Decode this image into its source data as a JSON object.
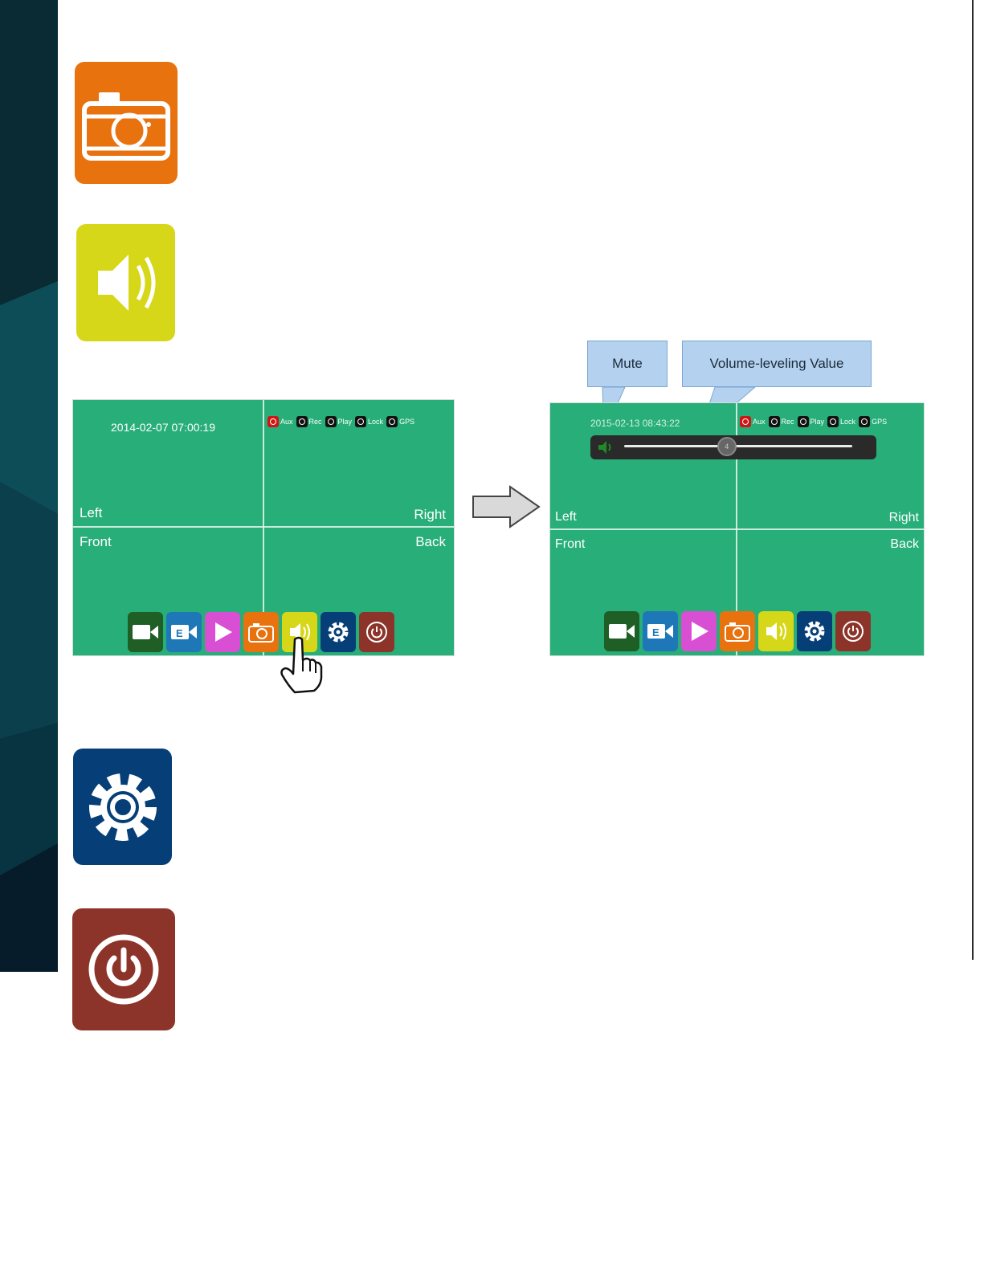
{
  "colors": {
    "camera": "#e8720e",
    "volume": "#d7d71a",
    "settings": "#063f78",
    "power": "#8c3429",
    "screen": "#27ae79",
    "record": "#1f5e25",
    "event": "#1e78b8",
    "play": "#d84fd4"
  },
  "icons": {
    "camera": "camera-icon",
    "volume": "speaker-icon",
    "settings": "gear-icon",
    "power": "power-icon"
  },
  "screen_before": {
    "timestamp": "2014-02-07 07:00:19",
    "quadrants": {
      "left": "Left",
      "right": "Right",
      "front": "Front",
      "back": "Back"
    },
    "status": [
      "Aux",
      "Rec",
      "Play",
      "Lock",
      "GPS"
    ]
  },
  "screen_after": {
    "timestamp": "2015-02-13 08:43:22",
    "quadrants": {
      "left": "Left",
      "right": "Right",
      "front": "Front",
      "back": "Back"
    },
    "status": [
      "Aux",
      "Rec",
      "Play",
      "Lock",
      "GPS"
    ],
    "volume_knob_label": "4",
    "volume_level_fraction": 0.45
  },
  "callouts": {
    "mute": "Mute",
    "volume_leveling": "Volume-leveling Value"
  },
  "toolbar": [
    "record",
    "event",
    "play",
    "camera",
    "volume",
    "settings",
    "power"
  ]
}
